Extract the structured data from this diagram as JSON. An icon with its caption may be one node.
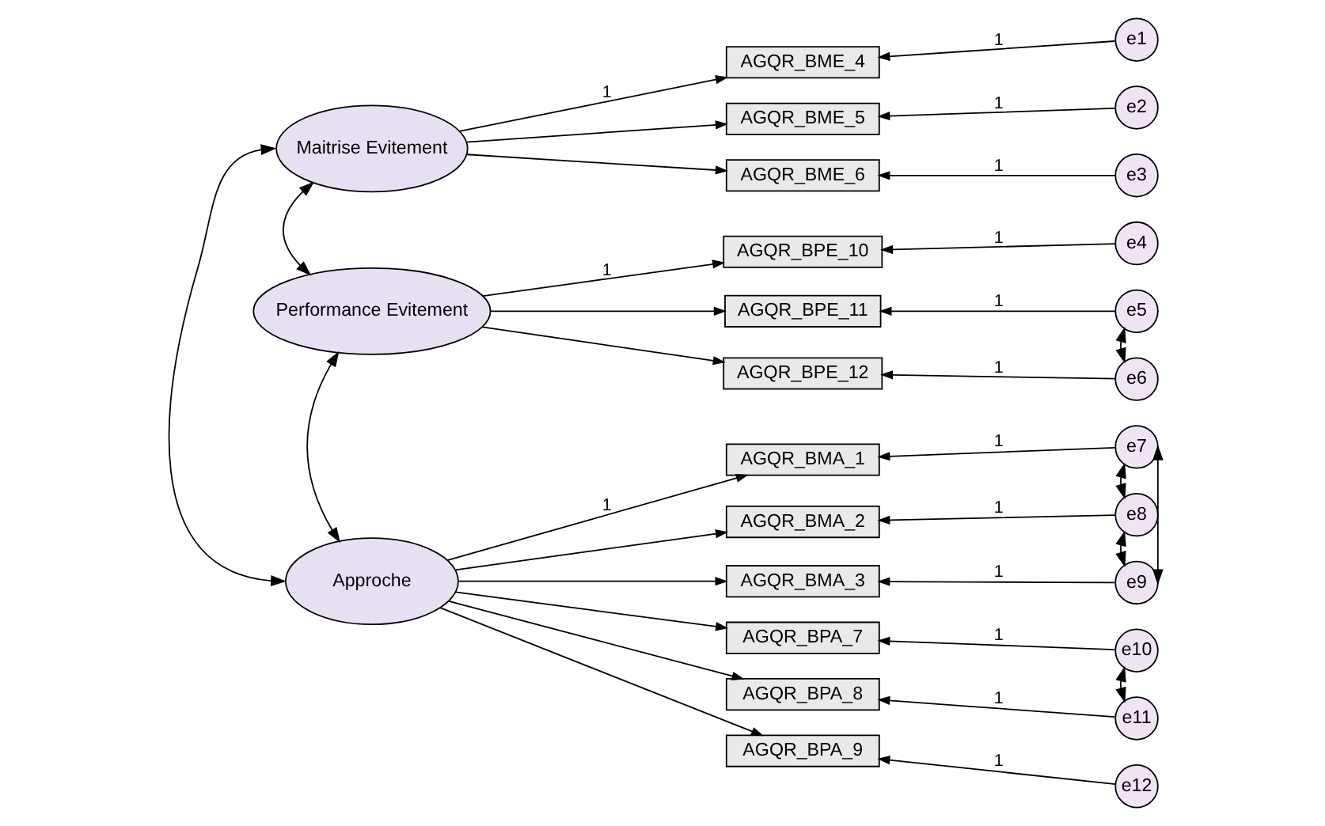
{
  "diagram": {
    "nodes": [
      {
        "text": [
          "Maitrise Evitement"
        ]
      },
      {
        "text": [
          "Performance Evitement"
        ]
      },
      {
        "text": [
          "Approche"
        ]
      },
      {
        "text": [
          "AGQR_BME_4"
        ]
      },
      {
        "text": [
          "AGQR_BME_5"
        ]
      },
      {
        "text": [
          "AGQR_BME_6"
        ]
      },
      {
        "text": [
          "AGQR_BPE_10"
        ]
      },
      {
        "text": [
          "AGQR_BPE_11"
        ]
      },
      {
        "text": [
          "AGQR_BPE_12"
        ]
      },
      {
        "text": [
          "AGQR_BMA_1"
        ]
      },
      {
        "text": [
          "AGQR_BMA_2"
        ]
      },
      {
        "text": [
          "AGQR_BMA_3"
        ]
      },
      {
        "text": [
          "AGQR_BPA_7"
        ]
      },
      {
        "text": [
          "AGQR_BPA_8"
        ]
      },
      {
        "text": [
          "AGQR_BPA_9"
        ]
      },
      {
        "text": [
          "e1"
        ]
      },
      {
        "text": [
          "e2"
        ]
      },
      {
        "text": [
          "e3"
        ]
      },
      {
        "text": [
          "e4"
        ]
      },
      {
        "text": [
          "e5"
        ]
      },
      {
        "text": [
          "e6"
        ]
      },
      {
        "text": [
          "e7"
        ]
      },
      {
        "text": [
          "e8"
        ]
      },
      {
        "text": [
          "e9"
        ]
      },
      {
        "text": [
          "e10"
        ]
      },
      {
        "text": [
          "e11"
        ]
      },
      {
        "text": [
          "e12"
        ]
      }
    ],
    "edges": [
      {
        "from": 0,
        "to": 3,
        "arrow": "to",
        "label": "1"
      },
      {
        "from": 0,
        "to": 4,
        "arrow": "to"
      },
      {
        "from": 0,
        "to": 5,
        "arrow": "to"
      },
      {
        "from": 1,
        "to": 6,
        "arrow": "to",
        "label": "1"
      },
      {
        "from": 1,
        "to": 7,
        "arrow": "to"
      },
      {
        "from": 1,
        "to": 8,
        "arrow": "to"
      },
      {
        "from": 2,
        "to": 9,
        "arrow": "to",
        "label": "1"
      },
      {
        "from": 2,
        "to": 10,
        "arrow": "to"
      },
      {
        "from": 2,
        "to": 11,
        "arrow": "to"
      },
      {
        "from": 2,
        "to": 12,
        "arrow": "to"
      },
      {
        "from": 2,
        "to": 13,
        "arrow": "to"
      },
      {
        "from": 2,
        "to": 14,
        "arrow": "to"
      },
      {
        "from": 15,
        "to": 3,
        "arrow": "to",
        "label": "1"
      },
      {
        "from": 16,
        "to": 4,
        "arrow": "to",
        "label": "1"
      },
      {
        "from": 17,
        "to": 5,
        "arrow": "to",
        "label": "1"
      },
      {
        "from": 18,
        "to": 6,
        "arrow": "to",
        "label": "1"
      },
      {
        "from": 19,
        "to": 7,
        "arrow": "to",
        "label": "1"
      },
      {
        "from": 20,
        "to": 8,
        "arrow": "to",
        "label": "1"
      },
      {
        "from": 21,
        "to": 9,
        "arrow": "to",
        "label": "1"
      },
      {
        "from": 22,
        "to": 10,
        "arrow": "to",
        "label": "1"
      },
      {
        "from": 23,
        "to": 11,
        "arrow": "to",
        "label": "1"
      },
      {
        "from": 24,
        "to": 12,
        "arrow": "to",
        "label": "1"
      },
      {
        "from": 25,
        "to": 13,
        "arrow": "to",
        "label": "1"
      },
      {
        "from": 26,
        "to": 14,
        "arrow": "to",
        "label": "1"
      },
      {
        "from": 0,
        "to": 1,
        "arrow": "both"
      },
      {
        "from": 1,
        "to": 2,
        "arrow": "both"
      },
      {
        "from": 0,
        "to": 2,
        "arrow": "both"
      },
      {
        "from": 19,
        "to": 20,
        "arrow": "both"
      },
      {
        "from": 21,
        "to": 22,
        "arrow": "both"
      },
      {
        "from": 22,
        "to": 23,
        "arrow": "both"
      },
      {
        "from": 21,
        "to": 23,
        "arrow": "both"
      },
      {
        "from": 24,
        "to": 25,
        "arrow": "both"
      }
    ]
  }
}
